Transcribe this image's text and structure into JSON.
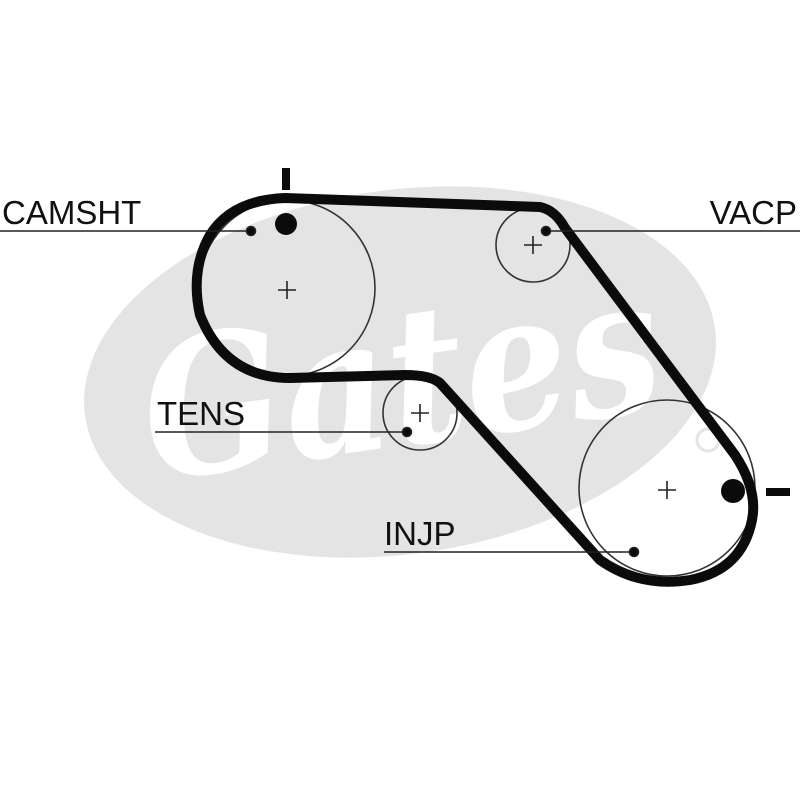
{
  "watermark": {
    "brand": "Gates",
    "fill_color": "#e4e4e4"
  },
  "colors": {
    "belt": "#0b0b0b",
    "pulley_outline": "#333333",
    "leader_line": "#222222",
    "label": "#111111"
  },
  "labels": {
    "camshaft": "CAMSHT",
    "vacuum_pump": "VACP",
    "tensioner": "TENS",
    "injection_pump": "INJP"
  }
}
